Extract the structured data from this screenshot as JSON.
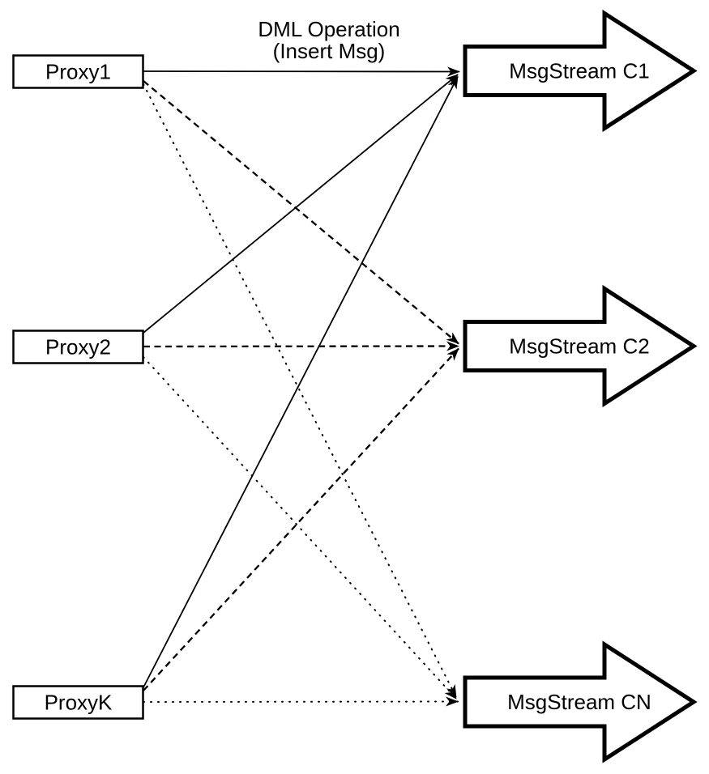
{
  "diagram": {
    "type": "topology",
    "background_color": "#ffffff",
    "stroke_color": "#000000",
    "annotation": {
      "line1": "DML Operation",
      "line2": "(Insert Msg)"
    },
    "proxies": [
      {
        "id": "proxy1",
        "label": "Proxy1"
      },
      {
        "id": "proxy2",
        "label": "Proxy2"
      },
      {
        "id": "proxyk",
        "label": "ProxyK"
      }
    ],
    "streams": [
      {
        "id": "c1",
        "label": "MsgStream C1"
      },
      {
        "id": "c2",
        "label": "MsgStream C2"
      },
      {
        "id": "cn",
        "label": "MsgStream CN"
      }
    ],
    "edges": [
      {
        "from": "Proxy1",
        "to": "MsgStream C1",
        "style": "solid",
        "annotation": "DML Operation (Insert Msg)"
      },
      {
        "from": "Proxy1",
        "to": "MsgStream C2",
        "style": "dashed",
        "annotation": ""
      },
      {
        "from": "Proxy1",
        "to": "MsgStream CN",
        "style": "dotted",
        "annotation": ""
      },
      {
        "from": "Proxy2",
        "to": "MsgStream C1",
        "style": "solid",
        "annotation": ""
      },
      {
        "from": "Proxy2",
        "to": "MsgStream C2",
        "style": "dashed",
        "annotation": ""
      },
      {
        "from": "Proxy2",
        "to": "MsgStream CN",
        "style": "dotted",
        "annotation": ""
      },
      {
        "from": "ProxyK",
        "to": "MsgStream C1",
        "style": "solid",
        "annotation": ""
      },
      {
        "from": "ProxyK",
        "to": "MsgStream C2",
        "style": "dashed",
        "annotation": ""
      },
      {
        "from": "ProxyK",
        "to": "MsgStream CN",
        "style": "dotted",
        "annotation": ""
      }
    ]
  }
}
